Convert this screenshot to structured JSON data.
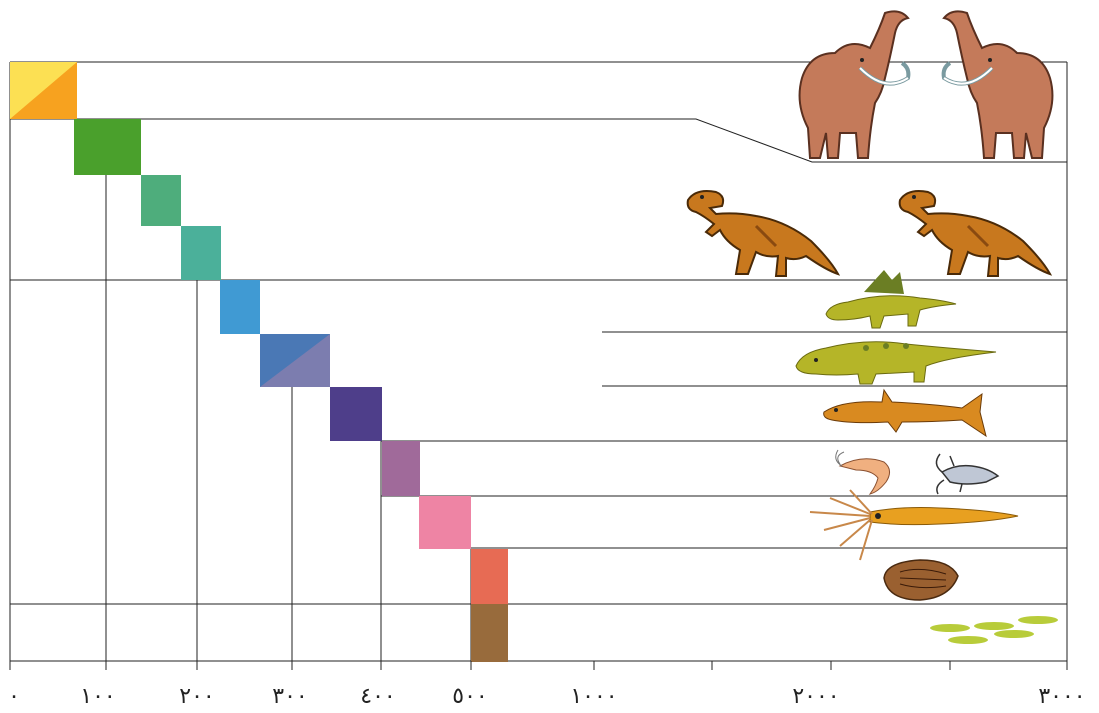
{
  "axis": {
    "tick_labels": [
      "٠",
      "١٠٠",
      "٢٠٠",
      "٣٠٠",
      "٤٠٠",
      "٥٠٠",
      "١٠٠٠",
      "٢٠٠٠",
      "٣٠٠٠"
    ],
    "minor_ticks_between": [
      "1000-2000",
      "2000-3000"
    ]
  },
  "periods": [
    {
      "id": "quaternary",
      "color": "#F9F97F",
      "color2": "#F7A21F"
    },
    {
      "id": "neogene",
      "color": "#4AA02C"
    },
    {
      "id": "paleogene",
      "color": "#4EAD7C"
    },
    {
      "id": "cretaceous",
      "color": "#4BB08F"
    },
    {
      "id": "jurassic",
      "color": "#409AD3"
    },
    {
      "id": "triassic",
      "color": "#4A78B5",
      "color2": "#7C7DAF"
    },
    {
      "id": "permian",
      "color": "#4E3E8A"
    },
    {
      "id": "carboniferous",
      "color": "#A06A9A"
    },
    {
      "id": "devonian",
      "color": "#EE84A4"
    },
    {
      "id": "silurian",
      "color": "#E76B54"
    },
    {
      "id": "ordovician",
      "color": "#986B3C"
    }
  ],
  "icons": [
    {
      "name": "mammoth-icon",
      "count": 2
    },
    {
      "name": "t-rex-icon",
      "count": 2
    },
    {
      "name": "dimetrodon-icon"
    },
    {
      "name": "amphibian-icon"
    },
    {
      "name": "fish-icon"
    },
    {
      "name": "shrimp-icon"
    },
    {
      "name": "scorpion-icon"
    },
    {
      "name": "orthocone-icon"
    },
    {
      "name": "trilobite-icon"
    },
    {
      "name": "algae-icon"
    }
  ]
}
